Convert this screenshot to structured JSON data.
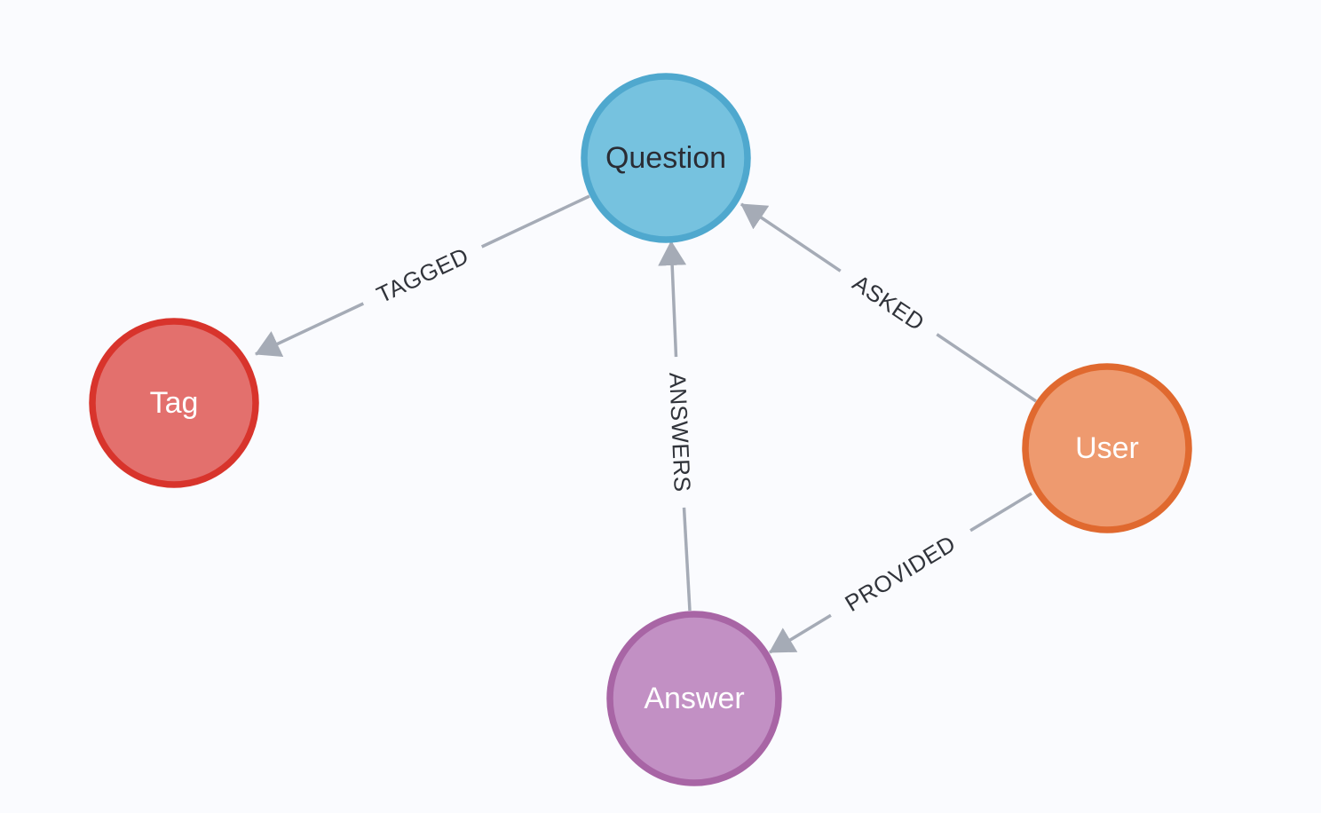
{
  "diagram": {
    "type": "graph-data-model",
    "background": "#FAFBFE",
    "edge_color": "#A5ABB6",
    "edge_label_color": "#30333A"
  },
  "nodes": [
    {
      "id": "question",
      "label": "Question",
      "fill": "#76C2DF",
      "stroke": "#4FA8CE",
      "label_color": "#2A2C34"
    },
    {
      "id": "tag",
      "label": "Tag",
      "fill": "#E3706D",
      "stroke": "#D8342C",
      "label_color": "#FFFFFF"
    },
    {
      "id": "user",
      "label": "User",
      "fill": "#EE9A6F",
      "stroke": "#E0692F",
      "label_color": "#FFFFFF"
    },
    {
      "id": "answer",
      "label": "Answer",
      "fill": "#C290C4",
      "stroke": "#A865A5",
      "label_color": "#FFFFFF"
    }
  ],
  "relationships": [
    {
      "label": "TAGGED",
      "from": "Question",
      "to": "Tag"
    },
    {
      "label": "ASKED",
      "from": "User",
      "to": "Question"
    },
    {
      "label": "ANSWERS",
      "from": "Answer",
      "to": "Question"
    },
    {
      "label": "PROVIDED",
      "from": "User",
      "to": "Answer"
    }
  ]
}
